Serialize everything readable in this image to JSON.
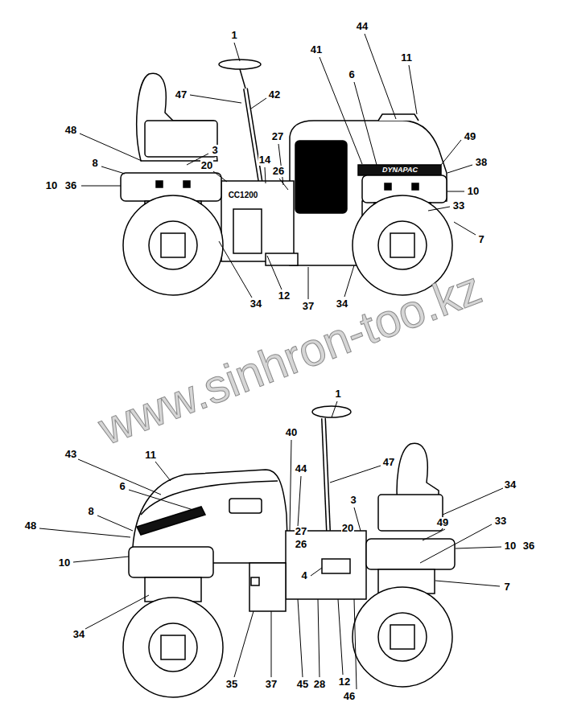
{
  "diagram": {
    "labels": [
      "1",
      "44",
      "41",
      "6",
      "11",
      "47",
      "42",
      "48",
      "49",
      "27",
      "3",
      "14",
      "8",
      "38",
      "20",
      "26",
      "10",
      "36",
      "10",
      "33",
      "7",
      "34",
      "12",
      "37",
      "34",
      "CC1200",
      "DYNAPAC",
      "www.sinhron-too.kz",
      "1",
      "40",
      "43",
      "11",
      "47",
      "44",
      "6",
      "34",
      "3",
      "8",
      "48",
      "49",
      "33",
      "27",
      "20",
      "26",
      "10",
      "10",
      "36",
      "4",
      "7",
      "34",
      "35",
      "37",
      "45",
      "28",
      "12",
      "46"
    ]
  }
}
